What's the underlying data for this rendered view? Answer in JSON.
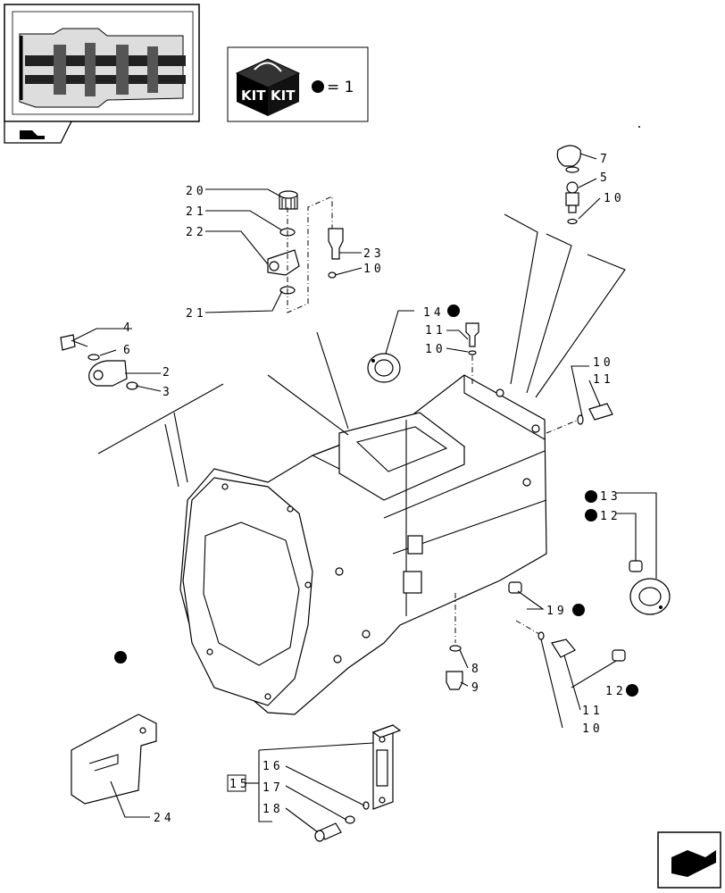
{
  "kit_legend": {
    "kit_label_1": "KIT",
    "kit_label_2": "KIT",
    "equals_text": "= 1"
  },
  "callouts": {
    "c20": "20",
    "c21a": "21",
    "c22": "22",
    "c21b": "21",
    "c23": "23",
    "c10a": "10",
    "c7": "7",
    "c5": "5",
    "c10b": "10",
    "c4": "4",
    "c6": "6",
    "c2": "2",
    "c3": "3",
    "c14": "14",
    "c11a": "11",
    "c10c": "10",
    "c10d": "10",
    "c11b": "11",
    "c13": "13",
    "c12a": "12",
    "c19": "19",
    "c8": "8",
    "c9": "9",
    "c12b": "12",
    "c11c": "11",
    "c10e": "10",
    "c15": "15",
    "c16": "16",
    "c17": "17",
    "c18": "18",
    "c24": "24"
  }
}
